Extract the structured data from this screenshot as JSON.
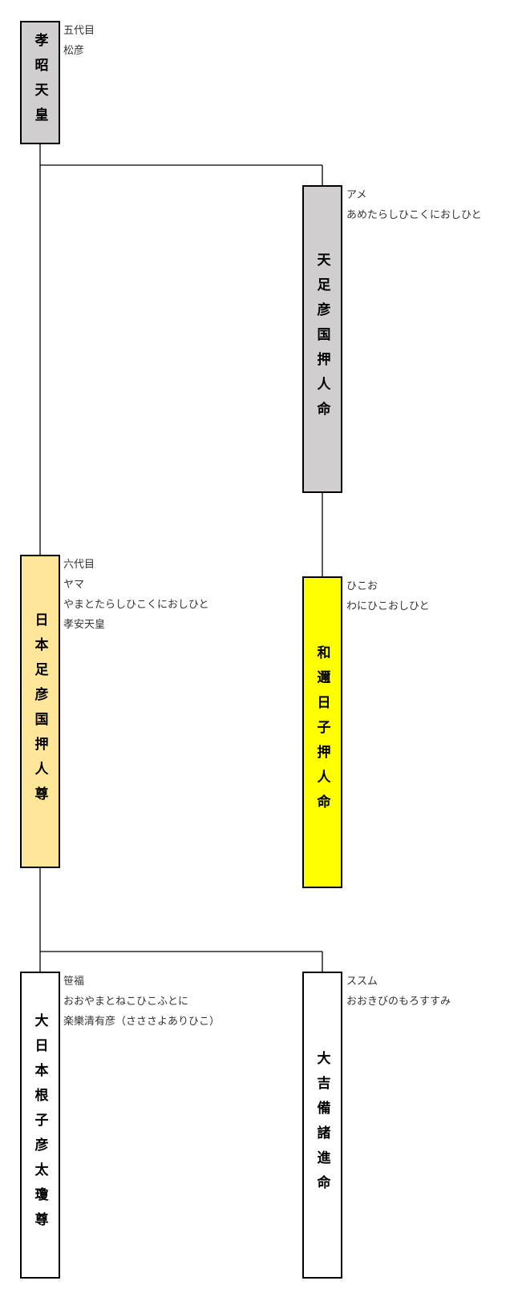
{
  "colors": {
    "gray": "#d0cece",
    "orange": "#ffe699",
    "yellow": "#ffff00",
    "white": "#ffffff",
    "line": "#000000"
  },
  "persons": {
    "kosho": {
      "name": "孝昭天皇",
      "fill": "#d0cece",
      "notes": [
        "五代目",
        "松彦"
      ]
    },
    "amatarashi": {
      "name": "天足彦国押人命",
      "fill": "#d0cece",
      "notes": [
        "アメ",
        "あめたらしひこくにおしひと"
      ]
    },
    "yamato": {
      "name": "日本足彦国押人尊",
      "fill": "#ffe699",
      "notes": [
        "六代目",
        "ヤマ",
        "やまとたらしひこくにおしひと",
        "孝安天皇"
      ]
    },
    "wani": {
      "name": "和邇日子押人命",
      "fill": "#ffff00",
      "notes": [
        "ひこお",
        "わにひこおしひと"
      ]
    },
    "onekohiko": {
      "name": "大日本根子彦太瓊尊",
      "fill": "#ffffff",
      "notes": [
        "笹福",
        "おおやまとねこひこふとに",
        "楽樂清有彦（さささよありひこ）"
      ]
    },
    "kibi": {
      "name": "大吉備諸進命",
      "fill": "#ffffff",
      "notes": [
        "ススム",
        "おおきびのもろすすみ"
      ]
    }
  }
}
